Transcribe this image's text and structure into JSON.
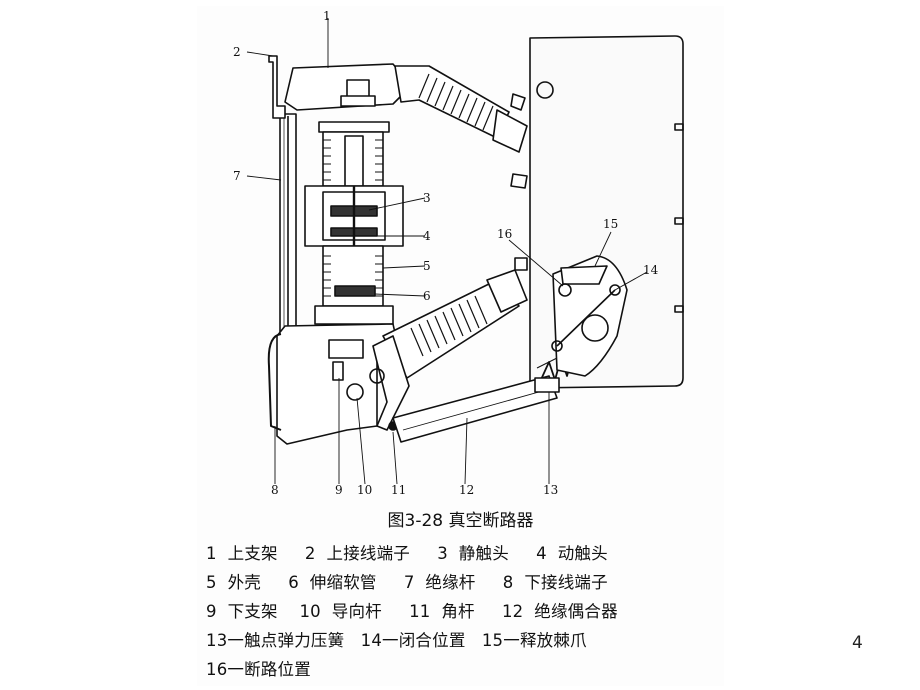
{
  "diagram": {
    "callouts": [
      "1",
      "2",
      "3",
      "4",
      "5",
      "6",
      "7",
      "8",
      "9",
      "10",
      "11",
      "12",
      "13",
      "14",
      "15",
      "16"
    ],
    "caption": "图3-28   真空断路器",
    "legend_lines": [
      "1  上支架     2  上接线端子     3  静触头     4  动触头",
      "5  外壳     6  伸缩软管     7  绝缘杆     8  下接线端子",
      "9  下支架    10  导向杆     11  角杆     12  绝缘偶合器",
      "13一触点弹力压簧   14一闭合位置   15一释放棘爪",
      "16一断路位置"
    ]
  },
  "slide": {
    "page_number": "4"
  }
}
